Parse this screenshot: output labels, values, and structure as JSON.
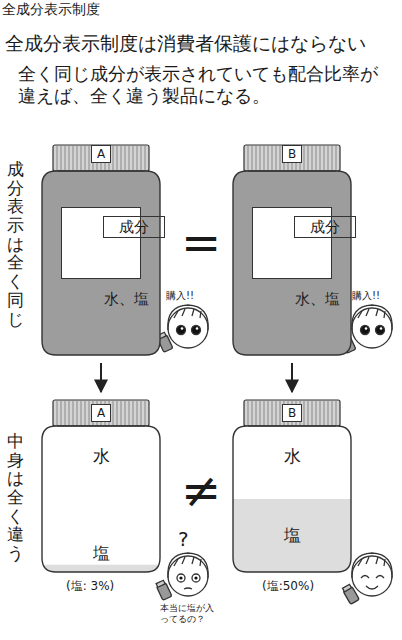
{
  "diagram": {
    "title": "全成分表示制度",
    "nodes": [
      {
        "text": [
          "A"
        ]
      },
      {
        "text": [
          "成分",
          "水、塩"
        ],
        "in": 0
      },
      {
        "text": [
          "B"
        ]
      },
      {
        "text": [
          "成分",
          "水、塩"
        ],
        "in": 2
      },
      {
        "text": [
          "A",
          "水",
          "塩"
        ]
      },
      {
        "text": [
          "B",
          "水",
          "塩"
        ]
      }
    ],
    "edges": [
      {
        "from": 0,
        "to": 4,
        "arrow": "to"
      },
      {
        "from": 2,
        "to": 5,
        "arrow": "to"
      }
    ],
    "labels": [
      "全成分表示制度は消費者保護にはならない",
      "全く同じ成分が表示されていても配合比率が違えば、全く違う製品になる。",
      "成分表示は全く同じ",
      "=",
      "購入!!",
      "購入!!",
      "中身は全く違う",
      "≠",
      "?",
      "本当に塩が入ってるの？",
      "(塩: 3%)",
      "(塩:50%)"
    ]
  }
}
